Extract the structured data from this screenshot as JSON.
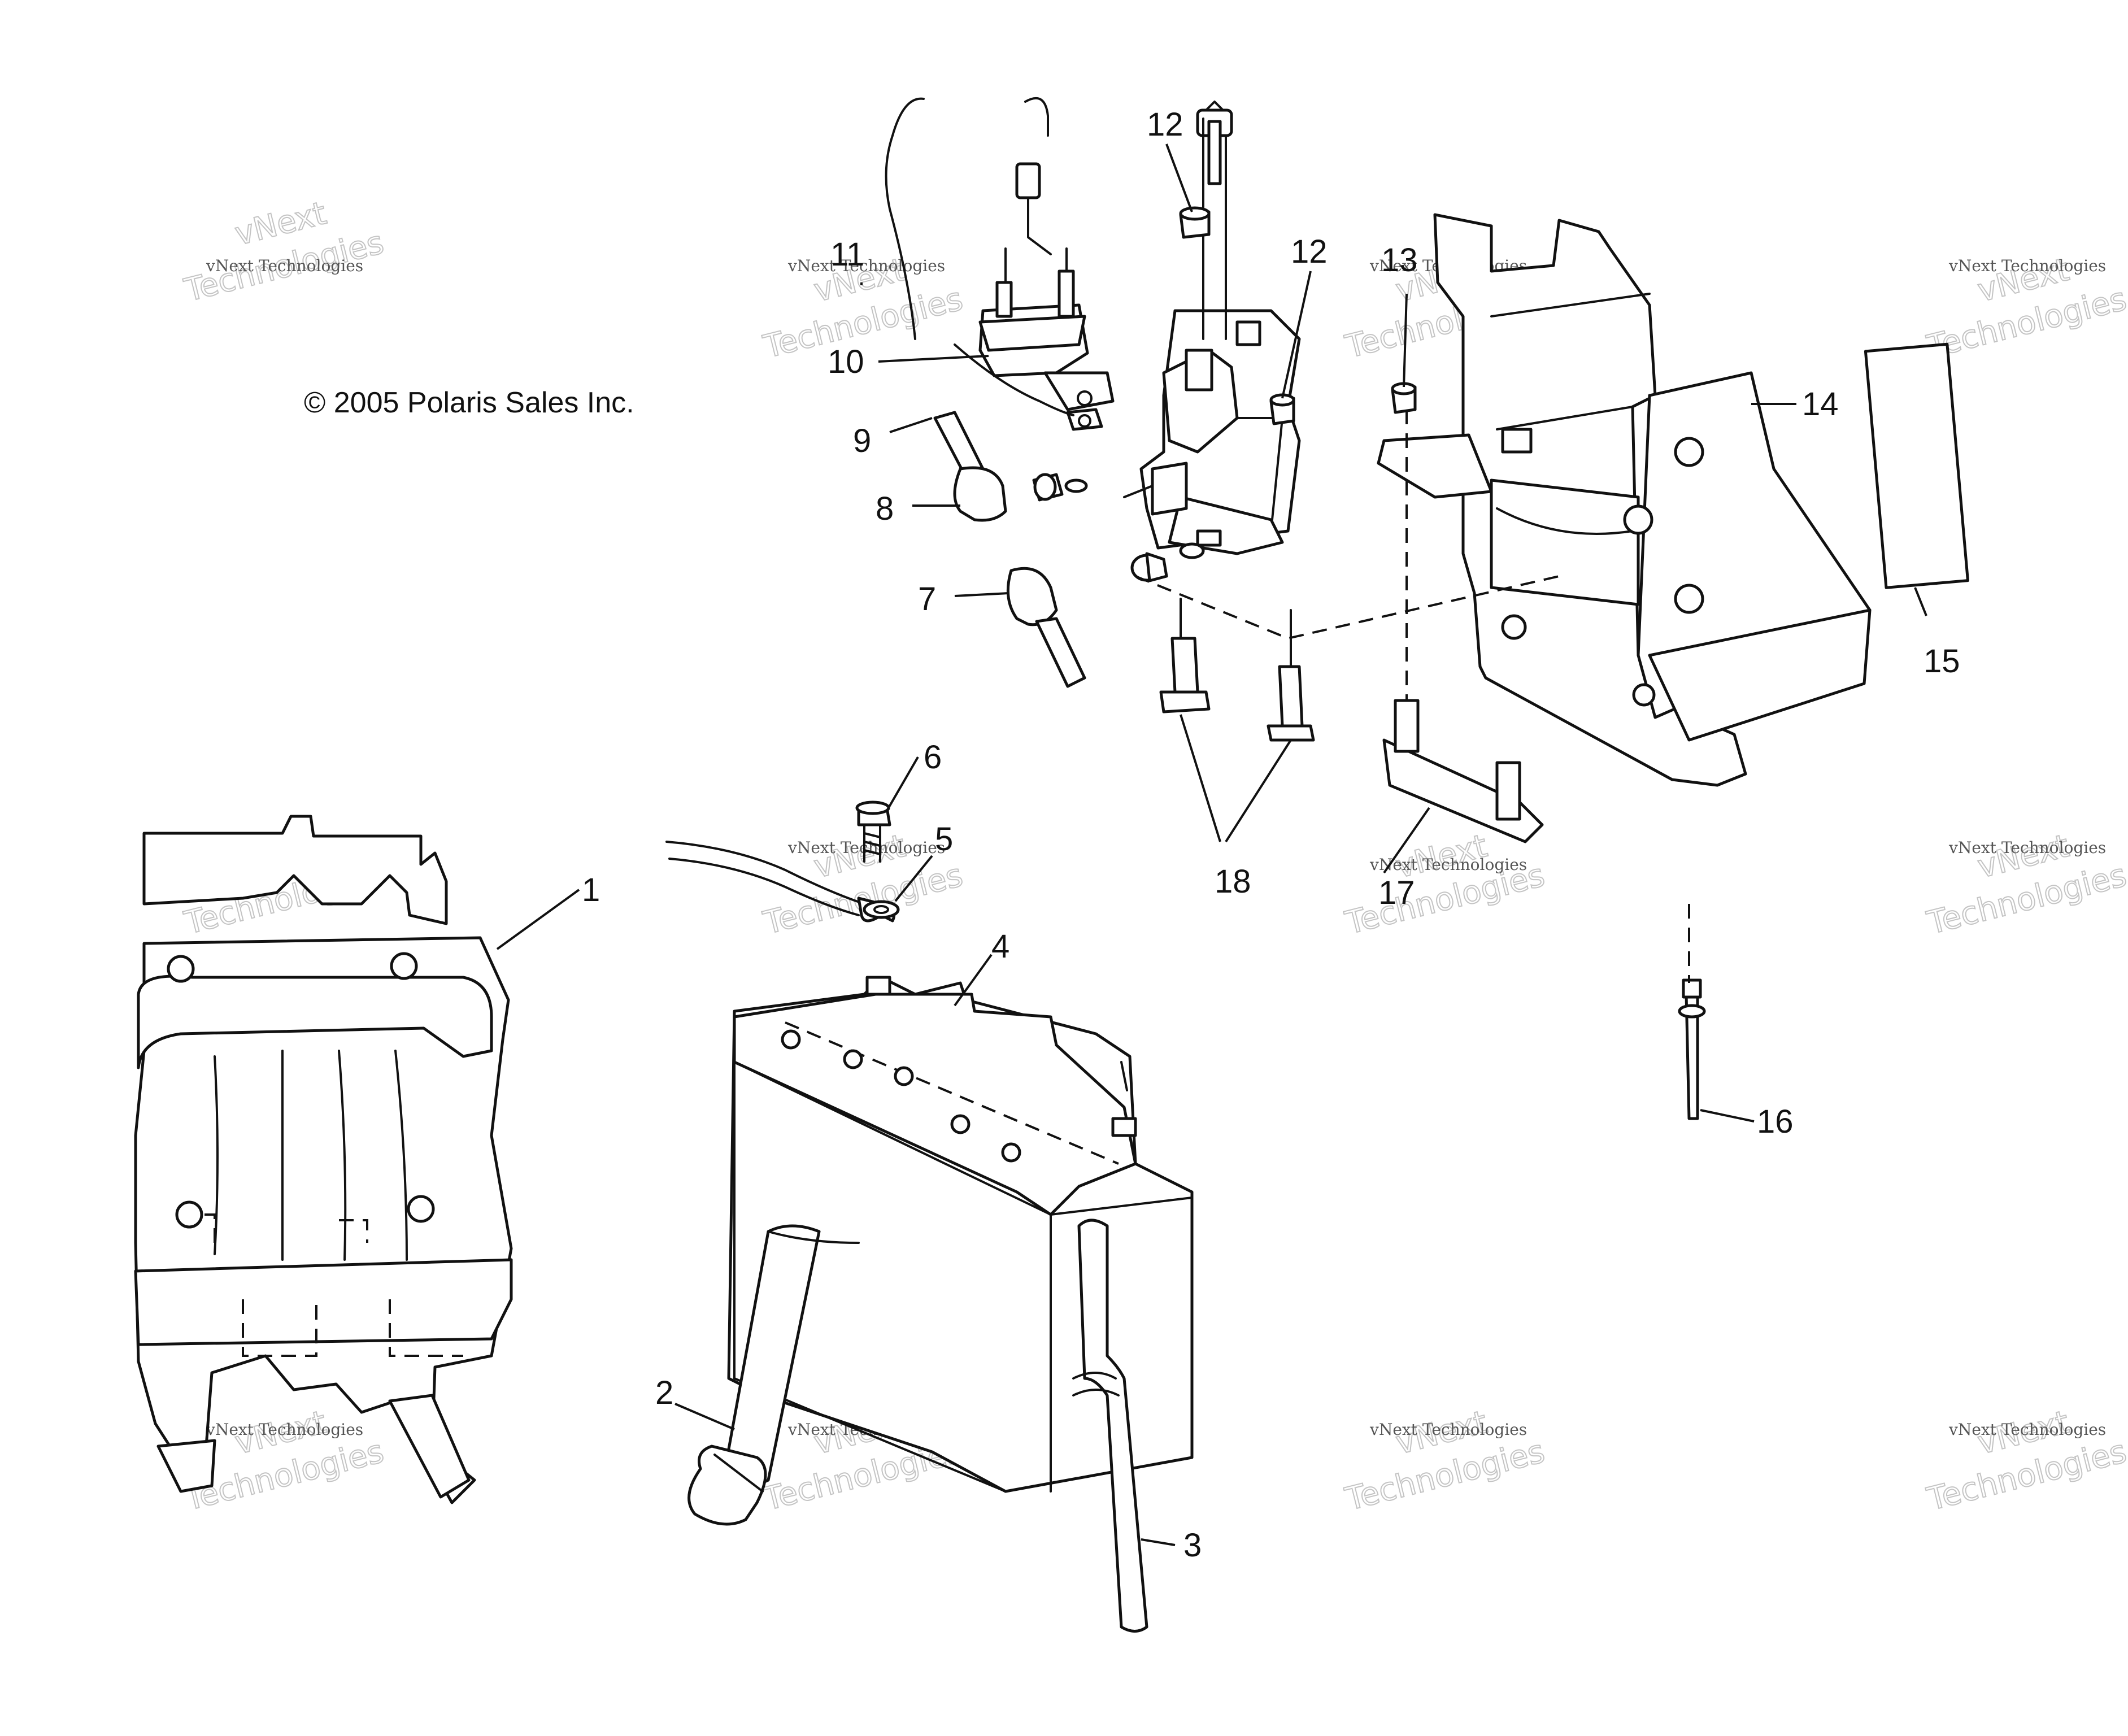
{
  "copyright": "© 2005 Polaris Sales Inc.",
  "watermark": {
    "line1": "vNext Technologies",
    "line2a": "vNext",
    "line2b": "Technologies"
  },
  "callouts": {
    "1": "1",
    "2": "2",
    "3": "3",
    "4": "4",
    "5": "5",
    "6": "6",
    "7": "7",
    "8": "8",
    "9": "9",
    "10": "10",
    "11": "11",
    "12a": "12",
    "12b": "12",
    "13": "13",
    "14": "14",
    "15": "15",
    "16": "16",
    "17": "17",
    "18": "18"
  },
  "colors": {
    "line": "#111111",
    "background": "#ffffff",
    "watermark": "#c4c4c4"
  }
}
